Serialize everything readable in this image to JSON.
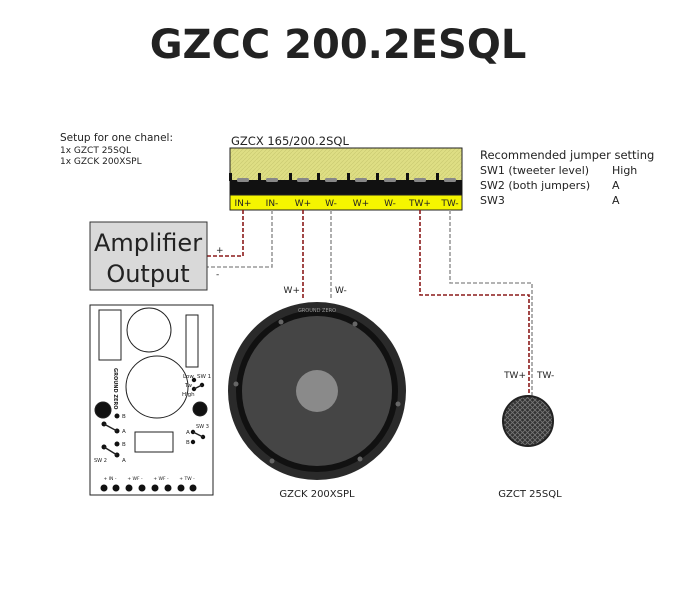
{
  "title": "GZCC 200.2ESQL",
  "setup": {
    "heading": "Setup for one chanel:",
    "items": [
      "1x GZCT 25SQL",
      "1x GZCK 200XSPL"
    ]
  },
  "crossover": {
    "label": "GZCX 165/200.2SQL",
    "terminals": [
      "IN+",
      "IN-",
      "W+",
      "W-",
      "W+",
      "W-",
      "TW+",
      "TW-"
    ]
  },
  "jumpers": {
    "heading": "Recommended jumper setting",
    "rows": [
      {
        "name": "SW1 (tweeter level)",
        "value": "High"
      },
      {
        "name": "SW2 (both jumpers)",
        "value": "A"
      },
      {
        "name": "SW3",
        "value": "A"
      }
    ]
  },
  "amplifier": {
    "line1": "Amplifier",
    "line2": "Output",
    "plus": "+",
    "minus": "-"
  },
  "woofer": {
    "name": "GZCK 200XSPL",
    "plus": "W+",
    "minus": "W-",
    "brand": "GROUND ZERO"
  },
  "tweeter": {
    "name": "GZCT 25SQL",
    "plus": "TW+",
    "minus": "TW-"
  },
  "board": {
    "brand": "GROUND ZERO",
    "sw1": "SW 1",
    "low": "Low",
    "tw": "Tw",
    "high": "High",
    "sw2": "SW 2",
    "sw3": "SW 3",
    "a": "A",
    "b": "B",
    "terminals": [
      "+ IN -",
      "+ WF -",
      "+ WF -",
      "+ TW -"
    ]
  },
  "colors": {
    "positive_wire": "#8b1a1a",
    "negative_wire": "#9a9a9a",
    "crossover_top": "#dede84",
    "terminal_strip": "#f5f500",
    "amp_box": "#d9d9d9"
  }
}
